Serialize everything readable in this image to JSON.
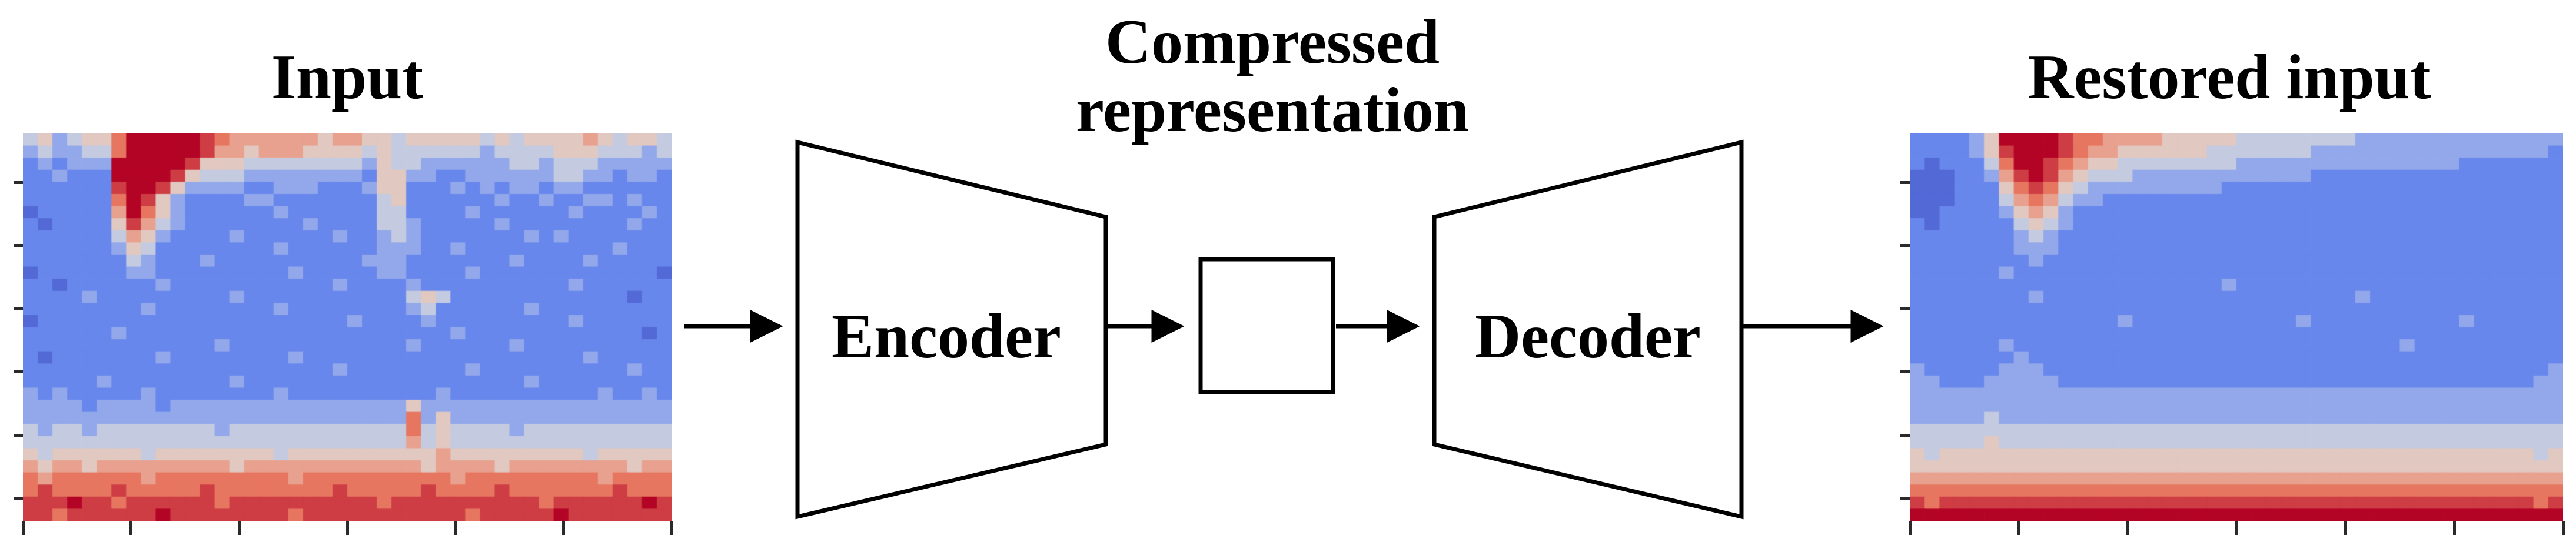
{
  "diagram": {
    "input_title": "Input",
    "restored_title": "Restored input",
    "compressed_title_line1": "Compressed",
    "compressed_title_line2": "representation",
    "encoder_label": "Encoder",
    "decoder_label": "Decoder"
  },
  "colors": {
    "line_color": "#000000",
    "background": "#ffffff",
    "tick_color": "#2a2a2a",
    "colormap_stops": [
      [
        0.0,
        "#3b4cc0"
      ],
      [
        0.25,
        "#6e8ef1"
      ],
      [
        0.5,
        "#dddcdb"
      ],
      [
        0.75,
        "#ed8467"
      ],
      [
        1.0,
        "#b40426"
      ]
    ]
  },
  "chart_data": [
    {
      "id": "input",
      "type": "heatmap",
      "title": "Input",
      "colormap": "coolwarm",
      "cols": 44,
      "rows": 32,
      "x_tick_count": 7,
      "y_tick_count": 6,
      "tick_labels_visible": false,
      "value_encoding": "each digit 0-9 maps to normalized value digit/9 on the coolwarm colormap",
      "grid": [
        [
          "4534",
          "5579",
          "9999",
          "8766",
          "6666",
          "5665",
          "5455",
          "5554",
          "5455",
          "5565",
          "4554"
        ],
        [
          "3433",
          "4479",
          "9999",
          "8665",
          "6665",
          "5554",
          "5444",
          "4443",
          "4444",
          "5554",
          "4434"
        ],
        [
          "2323",
          "3399",
          "9998",
          "5554",
          "4444",
          "4443",
          "5443",
          "3333",
          "3443",
          "4443",
          "3333"
        ],
        [
          "2232",
          "2299",
          "9985",
          "4443",
          "3333",
          "3332",
          "5533",
          "2233",
          "3333",
          "4433",
          "2332"
        ],
        [
          "2222",
          "2289",
          "9853",
          "3332",
          "2333",
          "2223",
          "5522",
          "2323",
          "2332",
          "3322",
          "2222"
        ],
        [
          "2222",
          "2279",
          "8532",
          "2223",
          "3222",
          "2222",
          "4522",
          "2222",
          "3223",
          "2233",
          "2322"
        ],
        [
          "1222",
          "2269",
          "7532",
          "2222",
          "2322",
          "2222",
          "4422",
          "2232",
          "2222",
          "2322",
          "2232"
        ],
        [
          "2122",
          "2258",
          "6432",
          "2222",
          "2223",
          "2222",
          "4432",
          "2222",
          "3222",
          "2222",
          "2322"
        ],
        [
          "2222",
          "2246",
          "5322",
          "2232",
          "2222",
          "2322",
          "3432",
          "2222",
          "2232",
          "3222",
          "2222"
        ],
        [
          "2222",
          "2235",
          "4222",
          "2222",
          "2322",
          "2222",
          "3332",
          "2322",
          "2222",
          "2222",
          "3222"
        ],
        [
          "2222",
          "2224",
          "3222",
          "3222",
          "2222",
          "2223",
          "3322",
          "2222",
          "2322",
          "2232",
          "2222"
        ],
        [
          "1222",
          "2223",
          "3222",
          "2222",
          "2232",
          "2222",
          "3322",
          "2232",
          "2222",
          "2222",
          "2221"
        ],
        [
          "2212",
          "2222",
          "2322",
          "2222",
          "2222",
          "2322",
          "2232",
          "2222",
          "2222",
          "2322",
          "2222"
        ],
        [
          "2222",
          "3222",
          "2222",
          "2232",
          "2222",
          "2222",
          "2245",
          "4222",
          "2222",
          "2222",
          "2122"
        ],
        [
          "2222",
          "2222",
          "3222",
          "2222",
          "2322",
          "2222",
          "2234",
          "2222",
          "2232",
          "2222",
          "2222"
        ],
        [
          "1222",
          "2222",
          "2222",
          "2222",
          "2222",
          "2232",
          "2223",
          "2222",
          "2222",
          "2322",
          "2222"
        ],
        [
          "2222",
          "2232",
          "2222",
          "2222",
          "2222",
          "2222",
          "2222",
          "2322",
          "2222",
          "2222",
          "2212"
        ],
        [
          "2222",
          "2222",
          "2222",
          "2322",
          "2222",
          "2222",
          "2232",
          "2222",
          "2322",
          "2222",
          "2222"
        ],
        [
          "2122",
          "2222",
          "2322",
          "2222",
          "2232",
          "2222",
          "2222",
          "2222",
          "2222",
          "2232",
          "2222"
        ],
        [
          "2222",
          "2222",
          "2222",
          "2222",
          "2222",
          "2322",
          "2222",
          "2232",
          "2222",
          "2222",
          "2322"
        ],
        [
          "2222",
          "2322",
          "2222",
          "2232",
          "2222",
          "2222",
          "2222",
          "2222",
          "2232",
          "2222",
          "2222"
        ],
        [
          "3232",
          "2222",
          "3222",
          "2222",
          "2322",
          "2222",
          "2222",
          "3222",
          "2222",
          "2223",
          "2232"
        ],
        [
          "3333",
          "2333",
          "3233",
          "3333",
          "3333",
          "3333",
          "3353",
          "3333",
          "3333",
          "3333",
          "3333"
        ],
        [
          "3333",
          "3333",
          "3333",
          "3333",
          "3333",
          "3333",
          "3373",
          "5333",
          "3333",
          "3333",
          "3333"
        ],
        [
          "4344",
          "3444",
          "4444",
          "4344",
          "4444",
          "4444",
          "4474",
          "5444",
          "4344",
          "4444",
          "4444"
        ],
        [
          "4444",
          "4444",
          "4444",
          "4444",
          "4444",
          "4444",
          "4464",
          "5444",
          "4444",
          "4444",
          "4444"
        ],
        [
          "5455",
          "5555",
          "4555",
          "5555",
          "5455",
          "5555",
          "5555",
          "6555",
          "5555",
          "5545",
          "5555"
        ],
        [
          "6566",
          "5666",
          "6666",
          "6656",
          "6666",
          "6666",
          "6665",
          "6666",
          "5666",
          "6666",
          "6566"
        ],
        [
          "7677",
          "7777",
          "6777",
          "7777",
          "7767",
          "7777",
          "7777",
          "7677",
          "7777",
          "7776",
          "7777"
        ],
        [
          "7877",
          "7787",
          "7777",
          "8777",
          "7777",
          "7877",
          "7778",
          "7777",
          "8777",
          "7777",
          "8777"
        ],
        [
          "8889",
          "8878",
          "8888",
          "8788",
          "8888",
          "8888",
          "7888",
          "8888",
          "8887",
          "8888",
          "8898"
        ],
        [
          "8878",
          "8888",
          "8988",
          "8888",
          "8878",
          "8888",
          "8888",
          "8878",
          "8888",
          "9888",
          "8888"
        ]
      ]
    },
    {
      "id": "restored",
      "type": "heatmap",
      "title": "Restored input",
      "colormap": "coolwarm",
      "cols": 44,
      "rows": 32,
      "x_tick_count": 7,
      "y_tick_count": 6,
      "tick_labels_visible": false,
      "value_encoding": "each digit 0-9 maps to normalized value digit/9 on the coolwarm colormap",
      "grid": [
        [
          "2222",
          "3599",
          "9987",
          "7666",
          "6555",
          "5544",
          "4444",
          "4433",
          "3333",
          "3333",
          "3333"
        ],
        [
          "2222",
          "3589",
          "9987",
          "6655",
          "5555",
          "4444",
          "4443",
          "3333",
          "3333",
          "3333",
          "3332"
        ],
        [
          "2122",
          "2479",
          "9876",
          "5544",
          "4444",
          "4433",
          "3333",
          "3333",
          "3333",
          "3222",
          "2222"
        ],
        [
          "1112",
          "2368",
          "9865",
          "4443",
          "3333",
          "3333",
          "3332",
          "2222",
          "2222",
          "2222",
          "2222"
        ],
        [
          "1112",
          "2257",
          "8754",
          "3333",
          "3333",
          "3222",
          "2222",
          "2222",
          "2222",
          "2222",
          "2222"
        ],
        [
          "1112",
          "2246",
          "7643",
          "3222",
          "2222",
          "2222",
          "2222",
          "2222",
          "2222",
          "2222",
          "2222"
        ],
        [
          "1122",
          "2235",
          "6532",
          "2222",
          "2222",
          "2222",
          "2222",
          "2222",
          "2222",
          "2222",
          "2222"
        ],
        [
          "2122",
          "2224",
          "5432",
          "2222",
          "2222",
          "2222",
          "2222",
          "2222",
          "2222",
          "2222",
          "2222"
        ],
        [
          "2222",
          "2223",
          "4322",
          "2222",
          "2222",
          "2222",
          "2222",
          "2222",
          "2222",
          "2222",
          "2222"
        ],
        [
          "2222",
          "2223",
          "3322",
          "2222",
          "2222",
          "2222",
          "2222",
          "2222",
          "2222",
          "2222",
          "2222"
        ],
        [
          "2222",
          "2222",
          "3222",
          "2222",
          "2222",
          "2222",
          "2222",
          "2222",
          "2222",
          "2222",
          "2222"
        ],
        [
          "2222",
          "2232",
          "2222",
          "2222",
          "2222",
          "2222",
          "2222",
          "2222",
          "2222",
          "2222",
          "2222"
        ],
        [
          "2222",
          "2222",
          "2222",
          "2222",
          "2222",
          "2322",
          "2222",
          "2222",
          "2222",
          "2222",
          "2222"
        ],
        [
          "2222",
          "2222",
          "3222",
          "2222",
          "2222",
          "2222",
          "2222",
          "2232",
          "2222",
          "2222",
          "2222"
        ],
        [
          "2222",
          "2222",
          "2222",
          "2222",
          "2222",
          "2222",
          "2222",
          "2222",
          "2222",
          "2222",
          "2222"
        ],
        [
          "2222",
          "2222",
          "2222",
          "2232",
          "2222",
          "2222",
          "2232",
          "2222",
          "2222",
          "2322",
          "2222"
        ],
        [
          "2222",
          "2222",
          "2222",
          "2222",
          "2222",
          "2222",
          "2222",
          "2222",
          "2222",
          "2222",
          "2222"
        ],
        [
          "2222",
          "2232",
          "2222",
          "2222",
          "2222",
          "2222",
          "2222",
          "2222",
          "2322",
          "2222",
          "2222"
        ],
        [
          "2222",
          "2223",
          "2222",
          "2222",
          "2222",
          "2222",
          "2222",
          "2222",
          "2222",
          "2222",
          "2222"
        ],
        [
          "3222",
          "2233",
          "3222",
          "2222",
          "2222",
          "2222",
          "2222",
          "2222",
          "2222",
          "2222",
          "2223"
        ],
        [
          "3322",
          "2333",
          "3322",
          "2222",
          "2222",
          "2222",
          "2222",
          "2222",
          "2222",
          "2222",
          "2233"
        ],
        [
          "3333",
          "3333",
          "3333",
          "3333",
          "3333",
          "3333",
          "3333",
          "3333",
          "3333",
          "3333",
          "3333"
        ],
        [
          "3333",
          "3333",
          "3333",
          "3333",
          "3333",
          "3333",
          "3333",
          "3333",
          "3333",
          "3333",
          "3333"
        ],
        [
          "3333",
          "3433",
          "3333",
          "3333",
          "3333",
          "3333",
          "3333",
          "3333",
          "3333",
          "3333",
          "3333"
        ],
        [
          "4444",
          "4444",
          "4444",
          "4444",
          "4444",
          "4444",
          "4444",
          "4444",
          "4444",
          "4444",
          "4444"
        ],
        [
          "4444",
          "4544",
          "4444",
          "4444",
          "4444",
          "4444",
          "4444",
          "4444",
          "4444",
          "4444",
          "4444"
        ],
        [
          "5455",
          "5555",
          "5555",
          "5555",
          "5555",
          "5555",
          "5555",
          "5555",
          "5555",
          "5555",
          "5545"
        ],
        [
          "5555",
          "5555",
          "5555",
          "5555",
          "5555",
          "5555",
          "5555",
          "5555",
          "5555",
          "5555",
          "5555"
        ],
        [
          "6666",
          "6666",
          "6666",
          "6666",
          "6666",
          "6666",
          "6666",
          "6666",
          "6666",
          "6666",
          "6666"
        ],
        [
          "7777",
          "7777",
          "7777",
          "7777",
          "7777",
          "7777",
          "7777",
          "7777",
          "7777",
          "7777",
          "7777"
        ],
        [
          "8788",
          "8888",
          "8888",
          "8888",
          "8888",
          "8888",
          "8888",
          "8888",
          "8888",
          "8888",
          "8878"
        ],
        [
          "9999",
          "9999",
          "9999",
          "9999",
          "9999",
          "9999",
          "9999",
          "9999",
          "9999",
          "9999",
          "9999"
        ]
      ]
    }
  ]
}
